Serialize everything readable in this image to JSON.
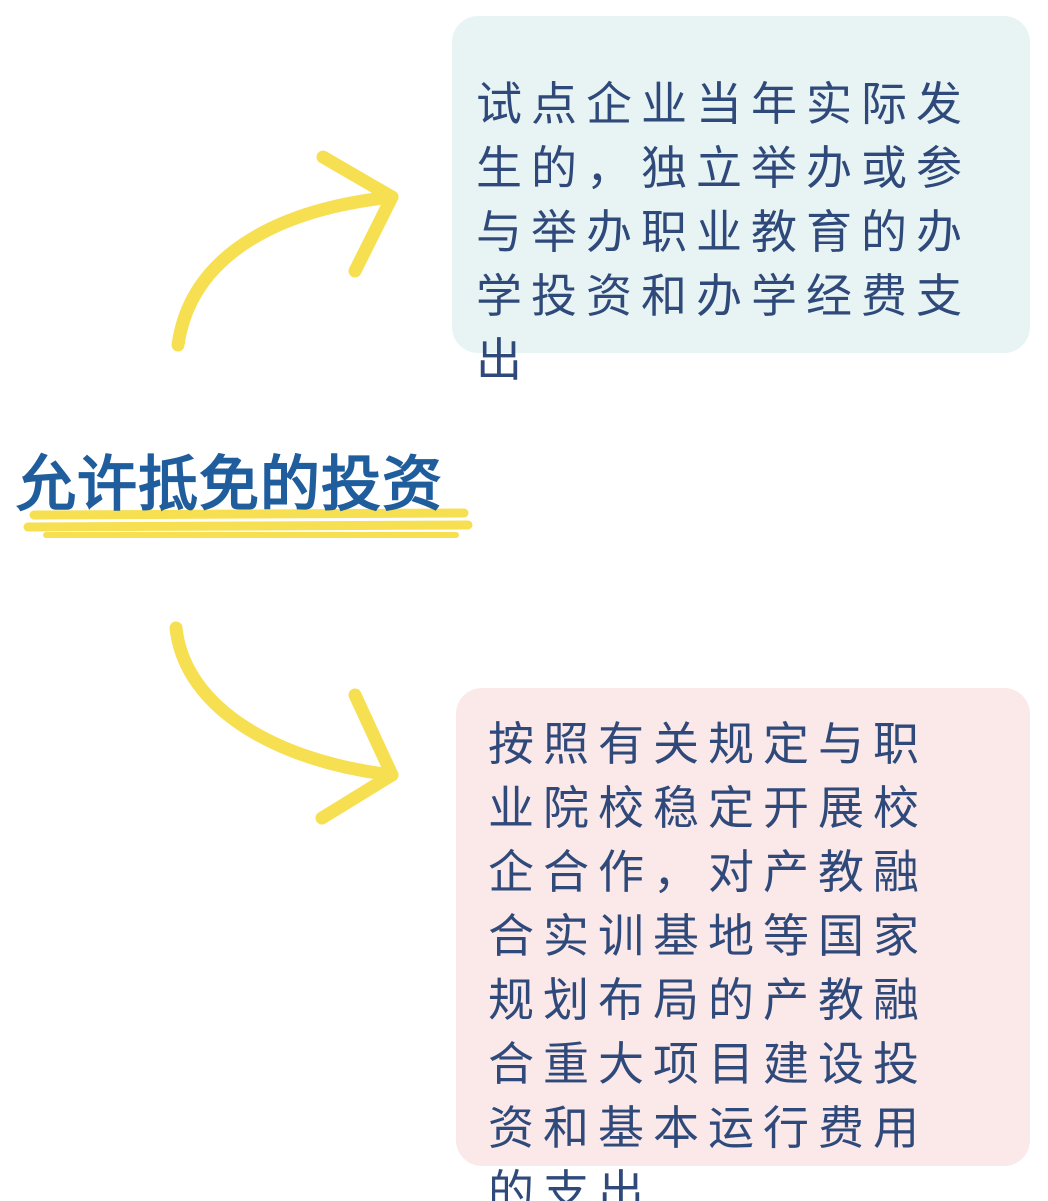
{
  "title": "允许抵免的投资",
  "cards": [
    {
      "text": "试点企业当年实际发生的，独立举办或参与举办职业教育的办学投资和办学经费支出"
    },
    {
      "text": "按照有关规定与职业院校稳定开展校企合作，对产教融合实训基地等国家规划布局的产教融合重大项目建设投资和基本运行费用的支出"
    }
  ],
  "colors": {
    "title": "#1f5d9c",
    "card_text": "#2f4a7a",
    "arrow": "#f7df52",
    "top_card_bg": "#e8f4f4",
    "bottom_card_bg": "#fbe8e8"
  }
}
